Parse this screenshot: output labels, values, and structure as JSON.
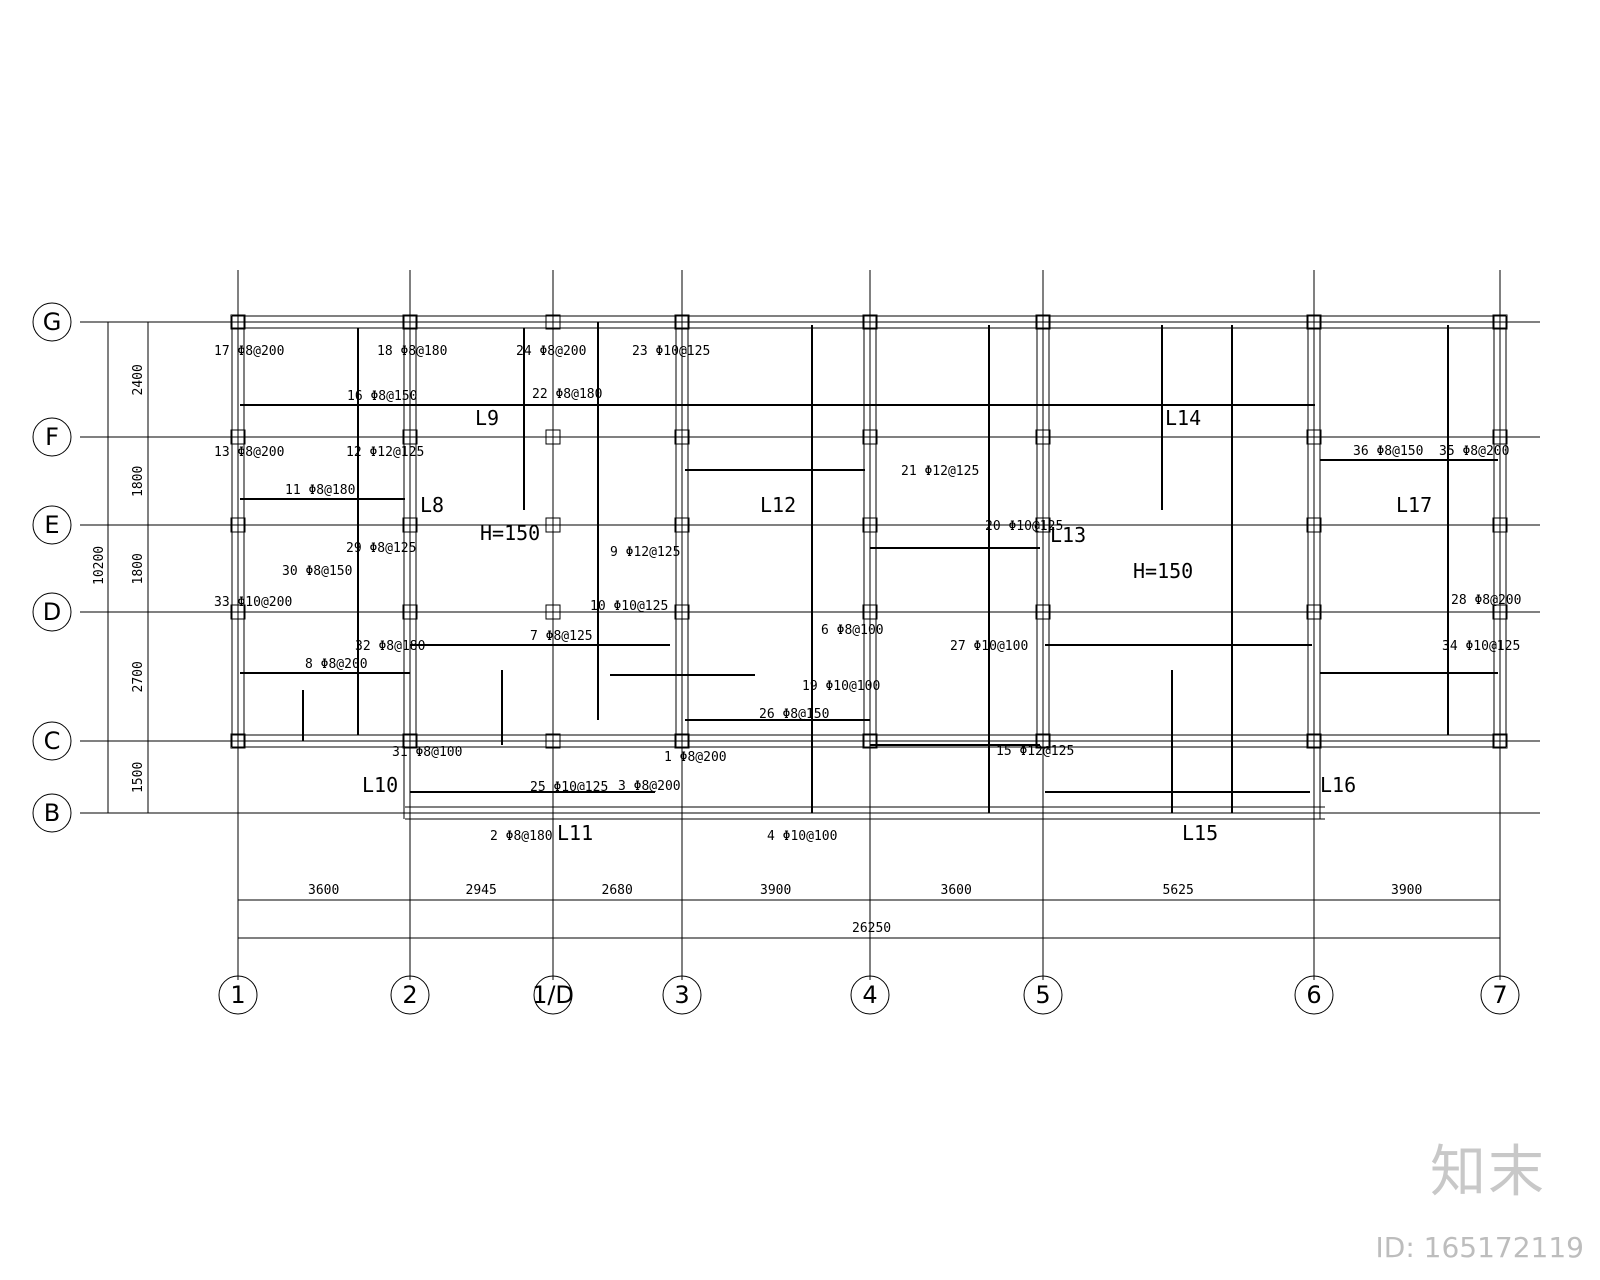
{
  "grid": {
    "rows": [
      "G",
      "F",
      "E",
      "D",
      "C",
      "B"
    ],
    "cols": [
      "1",
      "2",
      "1/D",
      "3",
      "4",
      "5",
      "6",
      "7"
    ],
    "row_spacings": [
      "2400",
      "1800",
      "1800",
      "2700",
      "1500"
    ],
    "total_height": "10200",
    "col_spacings": [
      "3600",
      "2945",
      "2680",
      "3900",
      "3600",
      "5625",
      "3900"
    ],
    "total_width": "26250"
  },
  "beams": [
    "L8",
    "L9",
    "L10",
    "L11",
    "L12",
    "L13",
    "L14",
    "L15",
    "L16",
    "L17"
  ],
  "slab_thickness": "H=150",
  "rebar_specs": [
    "17 Φ8@200",
    "18 Φ8@180",
    "24 Φ8@200",
    "23 Φ10@125",
    "16 Φ8@150",
    "22 Φ8@180",
    "13 Φ8@200",
    "12 Φ12@125",
    "11 Φ8@180",
    "29 Φ8@125",
    "30 Φ8@150",
    "9 Φ12@125",
    "10 Φ10@125",
    "21 Φ12@125",
    "20 Φ10@125",
    "33 Φ10@200",
    "32 Φ8@180",
    "8 Φ8@200",
    "7 Φ8@125",
    "6 Φ8@100",
    "19 Φ10@100",
    "27 Φ10@100",
    "26 Φ8@150",
    "31 Φ8@100",
    "25 Φ10@125",
    "3 Φ8@200",
    "1 Φ8@200",
    "2 Φ8@180",
    "4 Φ10@100",
    "15 Φ12@125",
    "28 Φ8@200",
    "34 Φ10@125",
    "35 Φ8@200",
    "36 Φ8@150"
  ],
  "watermark": {
    "logo": "知末",
    "id": "ID: 165172119"
  },
  "colors": {
    "ink": "#000000",
    "watermark": "#c8c8c8"
  }
}
